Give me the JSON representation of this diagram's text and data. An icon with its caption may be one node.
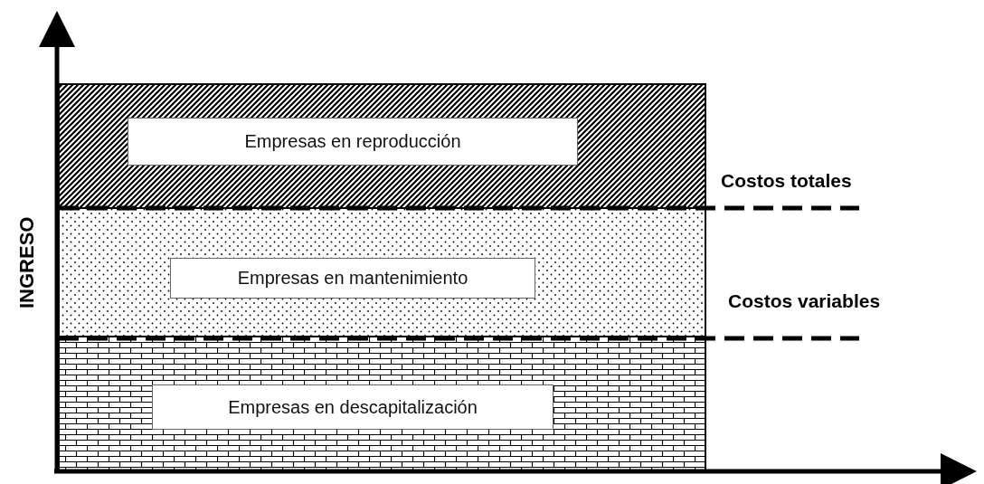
{
  "diagram": {
    "nodes": [
      {
        "text": [
          "Empresas en reproducción"
        ]
      },
      {
        "text": [
          "Empresas en mantenimiento"
        ]
      },
      {
        "text": [
          "Empresas en descapitalización"
        ]
      }
    ],
    "labels": [
      "INGRESO",
      "Costos totales",
      "Costos variables"
    ]
  }
}
